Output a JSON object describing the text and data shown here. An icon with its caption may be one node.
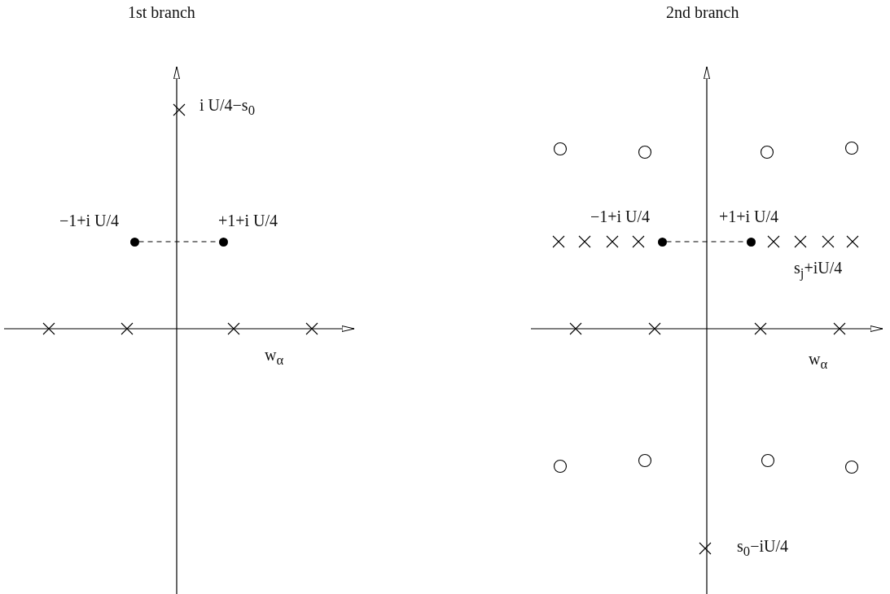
{
  "diagram": {
    "nodes": [
      {
        "text": [],
        "shape": "circle",
        "beside": [
          "−1+i U/4"
        ]
      },
      {
        "text": [],
        "shape": "circle",
        "beside": [
          "+1+i U/4"
        ]
      },
      {
        "text": [],
        "shape": "circle",
        "beside": [
          "−1+i U/4"
        ]
      },
      {
        "text": [],
        "shape": "circle",
        "beside": [
          "+1+i U/4"
        ]
      }
    ],
    "edges": [
      {
        "from": 0,
        "to": 1,
        "arrow": "none",
        "style": "dashed"
      },
      {
        "from": 2,
        "to": 3,
        "arrow": "none",
        "style": "dashed"
      }
    ],
    "labels": [
      "1st branch",
      "2nd branch",
      "i U/4−s$_{0}$",
      "s$_{j}$+iU/4",
      "w$_{α}$",
      "w$_{α}$",
      "s$_{0}$−iU/4"
    ]
  }
}
